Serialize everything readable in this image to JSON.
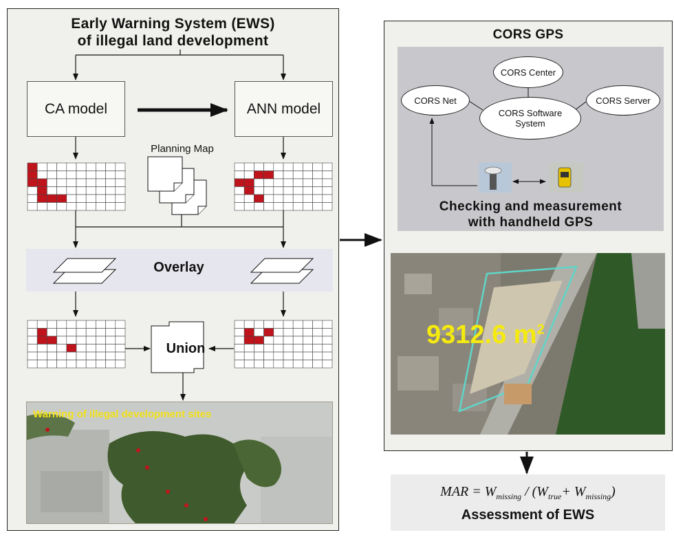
{
  "ews": {
    "title_line1": "Early Warning System (EWS)",
    "title_line2": "of illegal land development",
    "ca_model": "CA model",
    "ann_model": "ANN model",
    "planning_map": "Planning Map",
    "overlay": "Overlay",
    "union": "Union",
    "warning": "Warning of illegal development sites"
  },
  "cors": {
    "title": "CORS GPS",
    "center": "CORS Center",
    "net": "CORS Net",
    "server": "CORS Server",
    "software_line1": "CORS Software",
    "software_line2": "System",
    "checking_line1": "Checking and measurement",
    "checking_line2": "with handheld GPS",
    "area_value": "9312.6 m",
    "area_unit_sup": "2"
  },
  "assessment": {
    "formula": "MAR = W",
    "formula_missing": "missing",
    "formula_mid": " / (W",
    "formula_true": "true",
    "formula_plus": "+ W",
    "formula_missing2": "missing",
    "formula_end": ")",
    "label": "Assessment of EWS"
  },
  "grids": {
    "ca": [
      [
        0,
        0
      ],
      [
        0,
        1
      ],
      [
        0,
        2
      ],
      [
        1,
        2
      ],
      [
        1,
        3
      ],
      [
        1,
        4
      ],
      [
        2,
        4
      ],
      [
        3,
        4
      ]
    ],
    "ann": [
      [
        0,
        2
      ],
      [
        1,
        2
      ],
      [
        1,
        3
      ],
      [
        2,
        1
      ],
      [
        2,
        4
      ],
      [
        3,
        1
      ]
    ],
    "ca_overlay": [
      [
        1,
        1
      ],
      [
        1,
        2
      ],
      [
        2,
        2
      ],
      [
        4,
        3
      ]
    ],
    "ann_overlay": [
      [
        1,
        1
      ],
      [
        1,
        2
      ],
      [
        2,
        2
      ],
      [
        3,
        1
      ]
    ]
  },
  "colors": {
    "cell_fill": "#c0141c",
    "panel_bg": "#f0f0ec",
    "highlight_text": "#f5ea0f"
  }
}
